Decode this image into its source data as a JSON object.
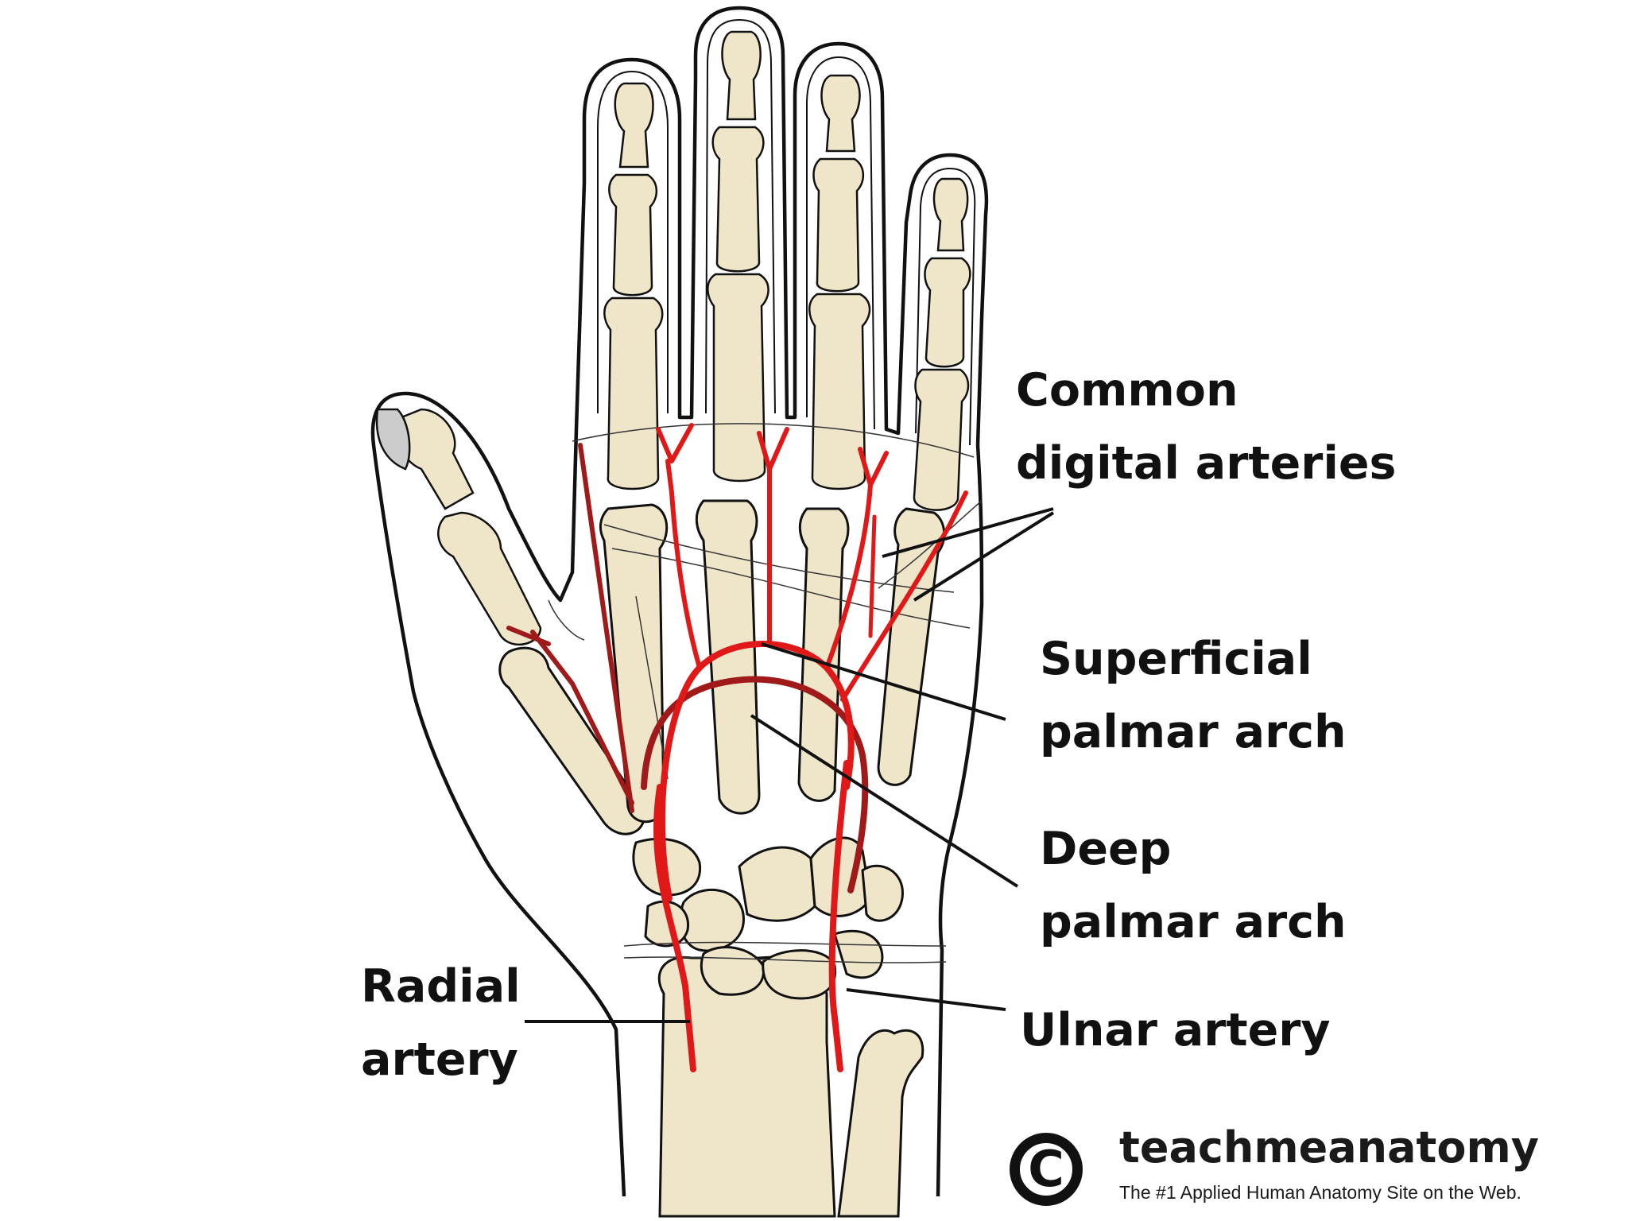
{
  "labels": {
    "common_digital_line1": "Common",
    "common_digital_line2": "digital arteries",
    "superficial_line1": "Superficial",
    "superficial_line2": "palmar arch",
    "deep_line1": "Deep",
    "deep_line2": "palmar arch",
    "radial_line1": "Radial",
    "radial_line2": "artery",
    "ulnar": "Ulnar artery"
  },
  "branding": {
    "name": "teachmeanatomy",
    "tagline": "The #1 Applied Human Anatomy Site on the Web.",
    "copyright_symbol": "C"
  },
  "colors": {
    "bone": "#efe5c8",
    "outline": "#111111",
    "artery": "#e01818",
    "deep_artery": "#a01a1a",
    "background": "#ffffff"
  }
}
